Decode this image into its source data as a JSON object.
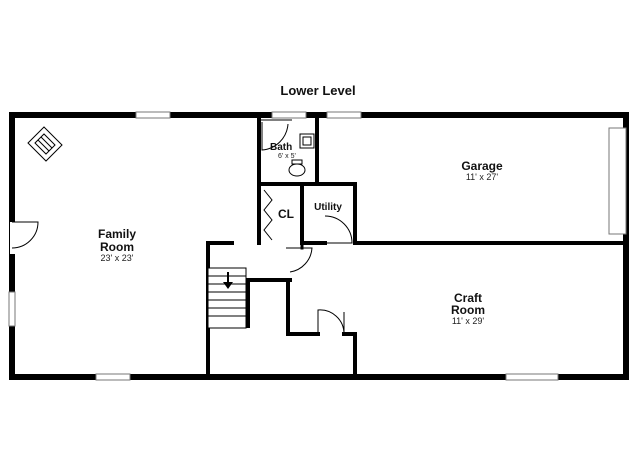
{
  "plan": {
    "title": "Lower Level",
    "rooms": {
      "family": {
        "name_line1": "Family",
        "name_line2": "Room",
        "dims": "23' x 23'"
      },
      "bath": {
        "name": "Bath",
        "dims": "6' x 5'"
      },
      "closet": {
        "name": "CL"
      },
      "utility": {
        "name": "Utility"
      },
      "garage": {
        "name": "Garage",
        "dims": "11' x 27'"
      },
      "craft": {
        "name_line1": "Craft",
        "name_line2": "Room",
        "dims": "11' x 29'"
      }
    },
    "icons": [
      "fireplace-icon",
      "toilet-icon",
      "sink-icon",
      "stair-arrow-icon",
      "door-swing-icon",
      "window-icon"
    ]
  }
}
